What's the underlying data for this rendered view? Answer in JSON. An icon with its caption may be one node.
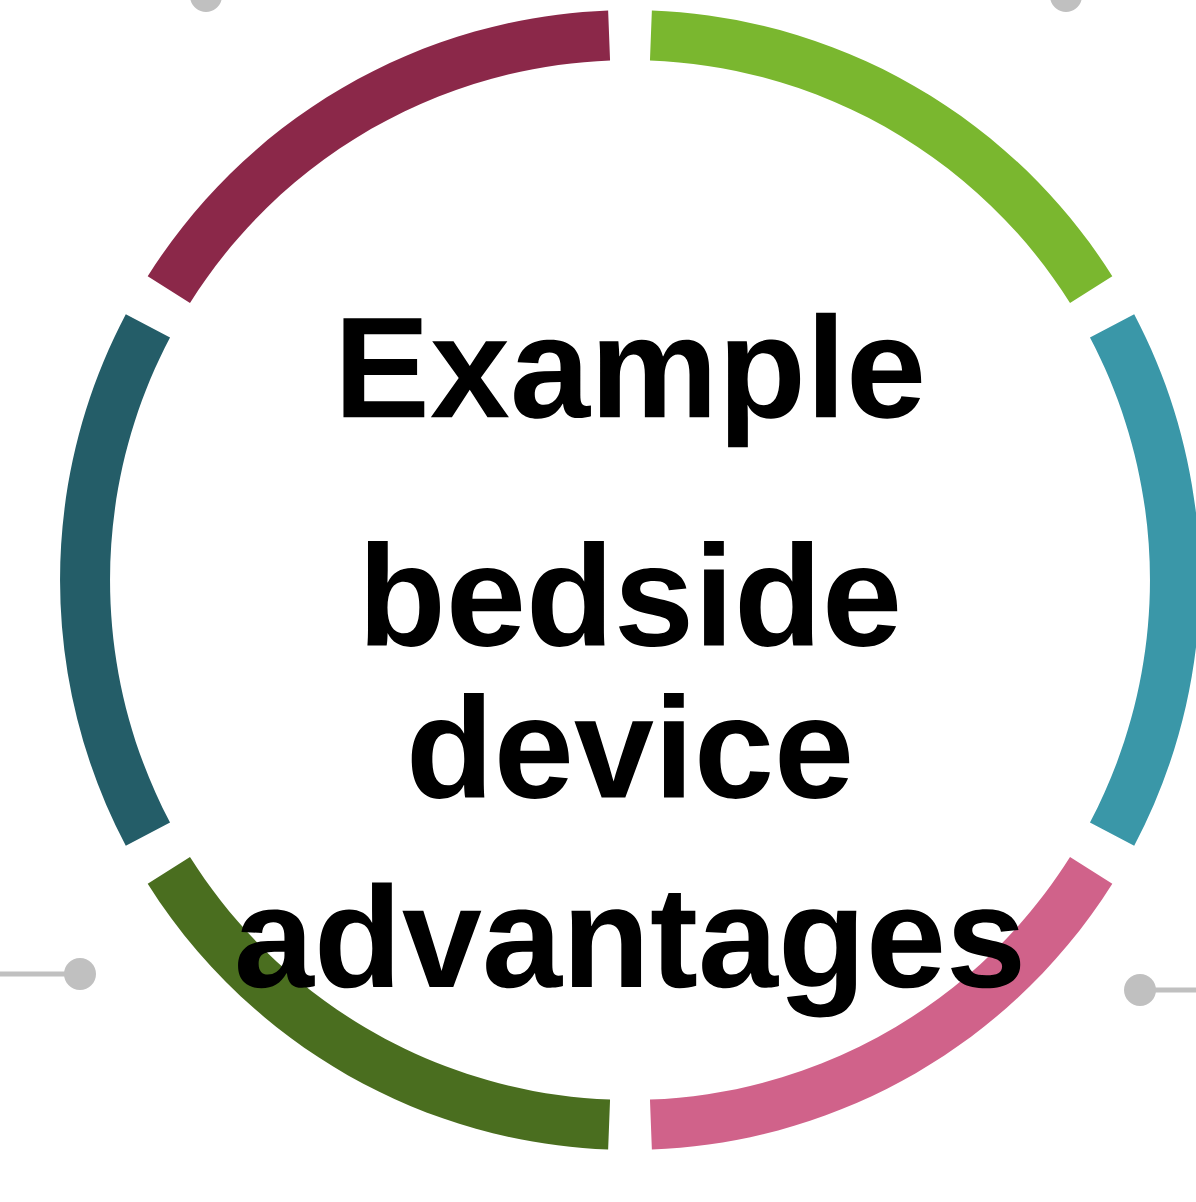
{
  "diagram": {
    "nodes": [
      {
        "text": [
          "Example",
          "bedside device",
          "advantages"
        ]
      }
    ]
  }
}
